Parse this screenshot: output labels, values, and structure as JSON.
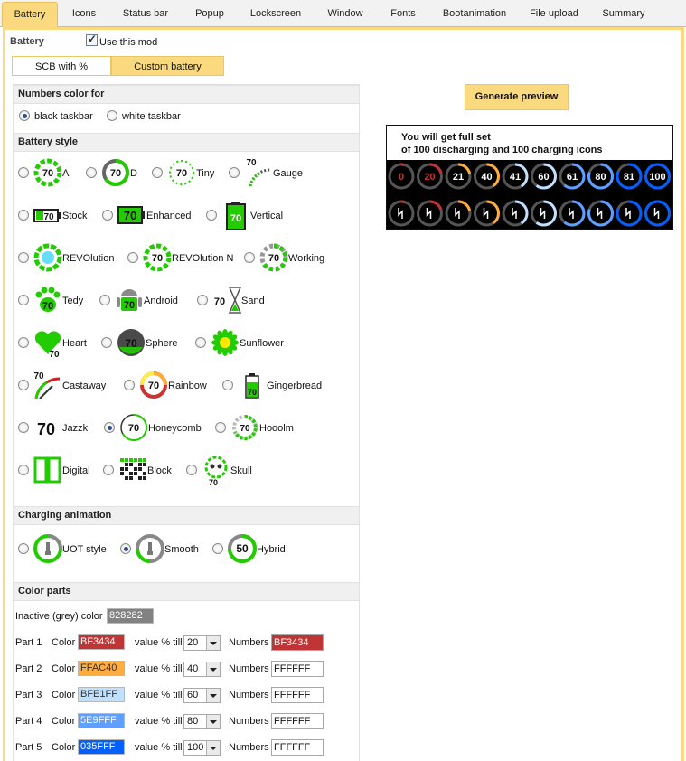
{
  "tabs": [
    {
      "label": "Battery"
    },
    {
      "label": "Icons"
    },
    {
      "label": "Status bar"
    },
    {
      "label": "Popup"
    },
    {
      "label": "Lockscreen"
    },
    {
      "label": "Window"
    },
    {
      "label": "Fonts"
    },
    {
      "label": "Bootanimation"
    },
    {
      "label": "File upload"
    },
    {
      "label": "Summary"
    }
  ],
  "header": {
    "title": "Battery",
    "use_mod_label": "Use this mod",
    "use_mod_checked": true
  },
  "subtabs": [
    {
      "label": "SCB with %"
    },
    {
      "label": "Custom battery"
    }
  ],
  "sections": {
    "numbers_color": "Numbers color for",
    "battery_style": "Battery style",
    "charging_animation": "Charging animation",
    "color_parts": "Color parts"
  },
  "numbers_color": {
    "black": "black taskbar",
    "white": "white taskbar",
    "selected": "black"
  },
  "battery_styles": [
    {
      "label": "A",
      "icon": "ring-dashed-green"
    },
    {
      "label": "D",
      "icon": "ring-solid-green"
    },
    {
      "label": "Tiny",
      "icon": "tiny-dotted-ring"
    },
    {
      "label": "Gauge",
      "icon": "gauge-arc"
    },
    {
      "label": "Stock",
      "icon": "stock-battery"
    },
    {
      "label": "Enhanced",
      "icon": "enhanced-battery"
    },
    {
      "label": "Vertical",
      "icon": "vertical-battery"
    },
    {
      "label": "REVOlution",
      "icon": "revolution-ring"
    },
    {
      "label": "REVOlution N",
      "icon": "revolution-n-ring"
    },
    {
      "label": "Working",
      "icon": "working-ring"
    },
    {
      "label": "Tedy",
      "icon": "paw"
    },
    {
      "label": "Android",
      "icon": "android-robot"
    },
    {
      "label": "Sand",
      "icon": "hourglass"
    },
    {
      "label": "Heart",
      "icon": "heart"
    },
    {
      "label": "Sphere",
      "icon": "sphere"
    },
    {
      "label": "Sunflower",
      "icon": "sunflower"
    },
    {
      "label": "Castaway",
      "icon": "castaway-gauge"
    },
    {
      "label": "Rainbow",
      "icon": "rainbow-ring"
    },
    {
      "label": "Gingerbread",
      "icon": "gingerbread-battery"
    },
    {
      "label": "Jazzk",
      "icon": "jazzk-number"
    },
    {
      "label": "Honeycomb",
      "icon": "honeycomb-ring"
    },
    {
      "label": "Hooolm",
      "icon": "hooolm-ring"
    },
    {
      "label": "Digital",
      "icon": "digital-display"
    },
    {
      "label": "Block",
      "icon": "block-display"
    },
    {
      "label": "Skull",
      "icon": "skull"
    }
  ],
  "battery_style_selected": "Honeycomb",
  "icon_number": "70",
  "charging": [
    {
      "label": "UOT style",
      "icon": "plug-ring-uot"
    },
    {
      "label": "Smooth",
      "icon": "plug-ring-smooth"
    },
    {
      "label": "Hybrid",
      "icon": "hybrid-ring"
    }
  ],
  "charging_selected": "Smooth",
  "charging_hybrid_number": "50",
  "generate_button": "Generate preview",
  "preview": {
    "line1": "You will get full set",
    "line2": "of 100 discharging and 100 charging icons",
    "discharging": [
      "0",
      "20",
      "21",
      "40",
      "41",
      "60",
      "61",
      "80",
      "81",
      "100"
    ]
  },
  "color_parts": {
    "inactive_label": "Inactive (grey) color",
    "inactive_value": "828282",
    "inactive_hex": "#828282",
    "color_label": "Color",
    "value_label": "value % till",
    "numbers_label": "Numbers",
    "parts": [
      {
        "name": "Part 1",
        "color": "BF3434",
        "color_hex": "#BF3434",
        "till": "20",
        "numbers": "BF3434",
        "numbers_hex": "#BF3434"
      },
      {
        "name": "Part 2",
        "color": "FFAC40",
        "color_hex": "#FFAC40",
        "till": "40",
        "numbers": "FFFFFF",
        "numbers_hex": "#FFFFFF"
      },
      {
        "name": "Part 3",
        "color": "BFE1FF",
        "color_hex": "#BFE1FF",
        "till": "60",
        "numbers": "FFFFFF",
        "numbers_hex": "#FFFFFF"
      },
      {
        "name": "Part 4",
        "color": "5E9FFF",
        "color_hex": "#5E9FFF",
        "till": "80",
        "numbers": "FFFFFF",
        "numbers_hex": "#FFFFFF"
      },
      {
        "name": "Part 5",
        "color": "035FFF",
        "color_hex": "#035FFF",
        "till": "100",
        "numbers": "FFFFFF",
        "numbers_hex": "#FFFFFF"
      }
    ]
  },
  "colors": {
    "accent": "#FBD97E",
    "icon_green": "#22CC00",
    "section_bg": "#F0F0F0"
  }
}
